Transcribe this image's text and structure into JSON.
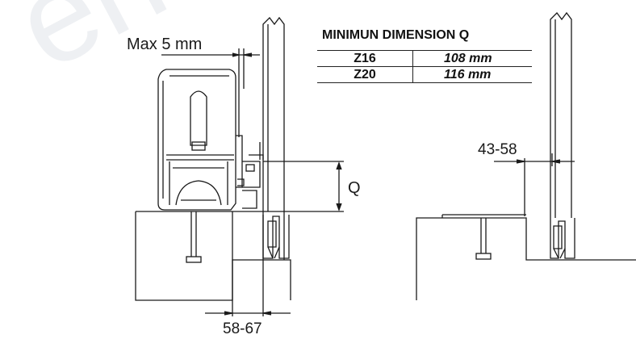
{
  "watermark_text": "erise",
  "labels": {
    "max_gap": "Max 5 mm",
    "q": "Q",
    "range_rail": "43-58",
    "range_base": "58-67"
  },
  "table": {
    "header": "MINIMUN DIMENSION  Q",
    "rows": [
      {
        "model": "Z16",
        "value": "108 mm"
      },
      {
        "model": "Z20",
        "value": "116 mm"
      }
    ]
  },
  "colors": {
    "line": "#1a1a1a",
    "motor_fill": "#ffffff",
    "watermark": "#eef0f3"
  }
}
